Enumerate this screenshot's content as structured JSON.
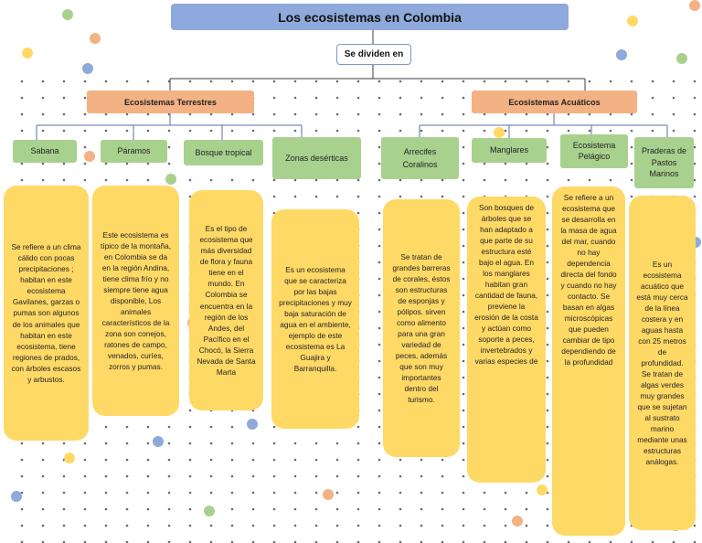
{
  "title": "Los ecosistemas en Colombia",
  "connector": "Se dividen en",
  "categories": [
    {
      "label": "Ecosistemas Terrestres",
      "items": [
        {
          "name": "Sabana",
          "desc": "Se refiere a un clima cálido con pocas precipitaciones ; habitan en este ecosistema Gavilanes, garzas o pumas son algunos de los animales que habitan en este ecosistema, tiene regiones de prados, con árboles escasos y arbustos."
        },
        {
          "name": "Páramos",
          "desc": "Este ecosistema es típico de la montaña, en Colombia se da en la región Andina, tiene clima frío y no siempre tiene agua disponible, Los animales característicos de la zona son conejos, ratones de campo, venados, curíes, zorros y pumas."
        },
        {
          "name": "Bosque tropical",
          "desc": "Es el tipo de ecosistema que más diversidad de flora y fauna tiene en el mundo. En Colombia se encuentra en la región de los Andes, del Pacífico en el Chocó, la Sierra Nevada de Santa Marta"
        },
        {
          "name": "Zonas desérticas",
          "desc": "Es un ecosistema que se caracteriza por las bajas precipitaciones y muy baja saturación de agua en el ambiente, ejemplo de este ecosistema es La Guajira y Barranquilla."
        }
      ]
    },
    {
      "label": "Ecosistemas Acuáticos",
      "items": [
        {
          "name": "Arrecifes Coralinos",
          "desc": "Se tratan de grandes barreras de corales, éstos son estructuras de esponjas y pólipos. sirven como alimento para una gran variedad de peces, además que son muy importantes dentro del turismo."
        },
        {
          "name": "Manglares",
          "desc": "Son bosques de árboles que se han adaptado a que parte de su estructura esté bajo el agua. En los manglares habitan gran cantidad de fauna, previene la erosión de la costa y actúan como soporte a peces, invertebrados y varias especies de"
        },
        {
          "name": "Ecosistema Pelágico",
          "desc": "Se refiere a un ecosistema que se desarrolla en la masa de agua del mar, cuando no hay dependencia directa del fondo y cuando no hay contacto. Se basan en algas microscópicas que pueden cambiar de tipo dependiendo de la profundidad"
        },
        {
          "name": "Praderas de Pastos Marinos",
          "desc": "Es un ecosistema acuático que está muy cerca de la línea costera y en aguas hasta con 25 metros de profundidad. Se tratan de algas verdes muy grandes que se sujetan al sustrato marino mediante unas estructuras análogas."
        }
      ]
    }
  ],
  "colors": {
    "title_bg": "#8ea9db",
    "category_bg": "#f4b183",
    "subcategory_bg": "#a9d18e",
    "description_bg": "#ffd966",
    "line": "#5b6fa8"
  }
}
